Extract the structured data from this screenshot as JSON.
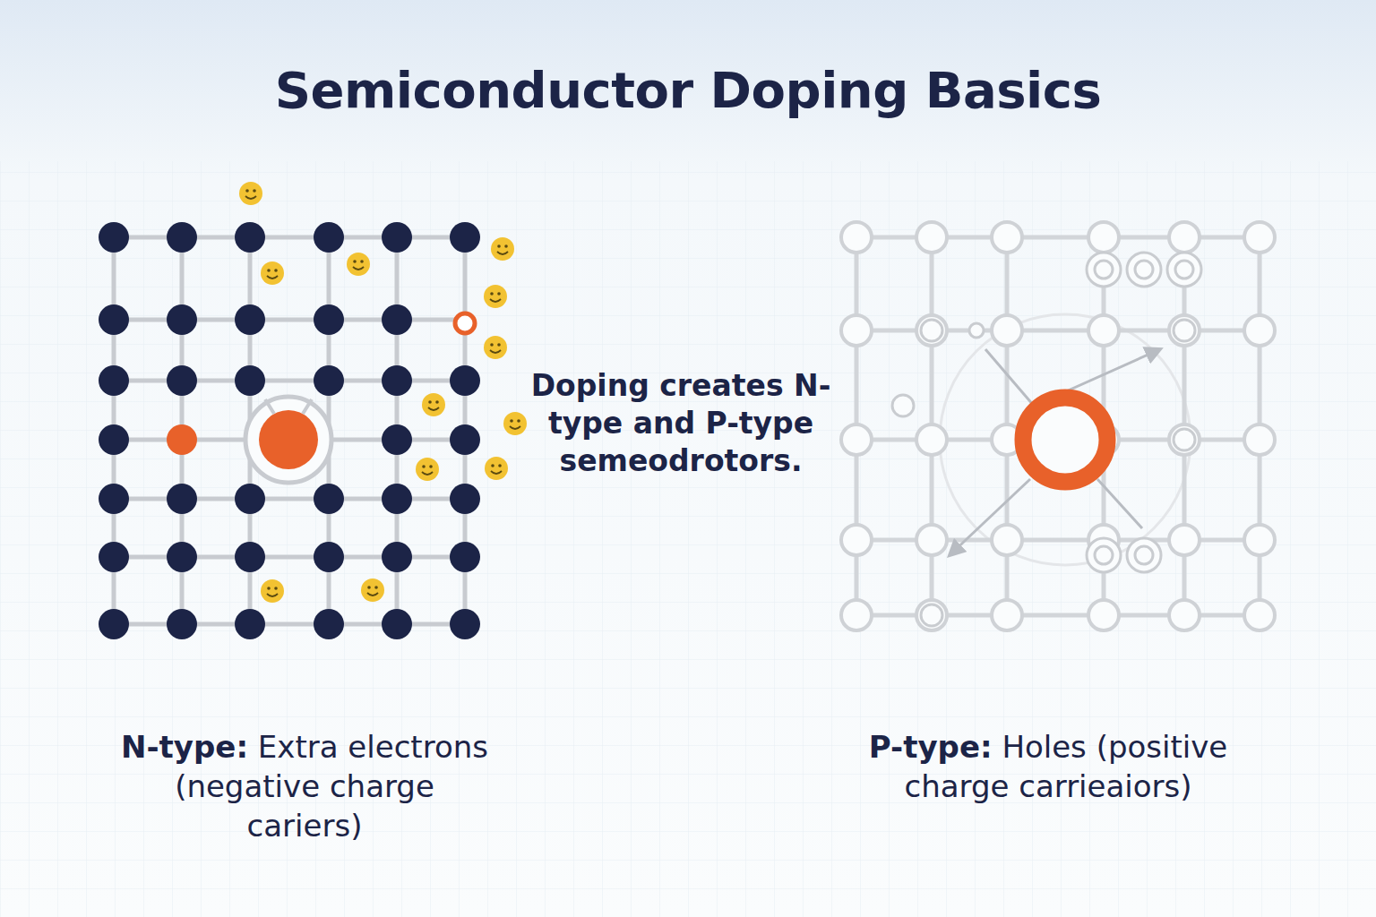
{
  "diagram": {
    "title": "Semiconductor Doping Basics",
    "labels": [
      "Doping creates N-type and P-type semeodrotors.",
      "N-type:",
      "Extra electrons (negative charge cariers)",
      "P-type:",
      "Holes (positive charge carrieaiors)"
    ]
  }
}
